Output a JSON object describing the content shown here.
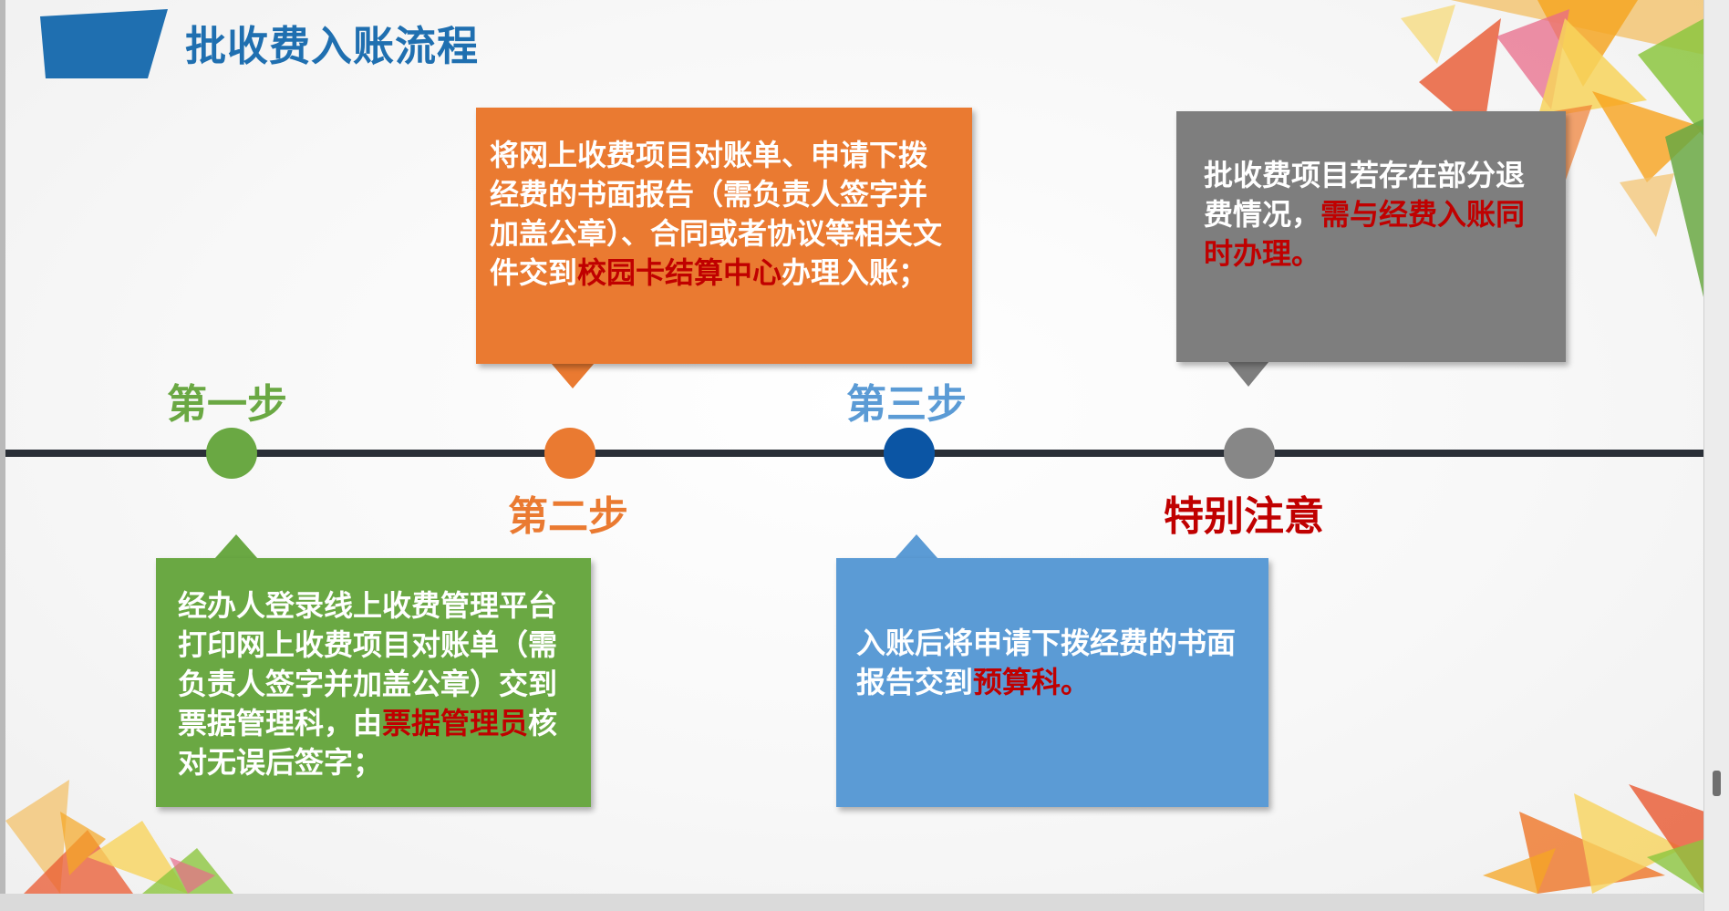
{
  "title": "批收费入账流程",
  "colors": {
    "title": "#1f6fb0",
    "green": "#6aa843",
    "orange": "#ea7a31",
    "blue": "#0b55a4",
    "light_blue": "#5b9bd5",
    "gray": "#7e7e7e",
    "highlight_red": "#c00000",
    "timeline": "#2a2f37"
  },
  "steps": {
    "step1": {
      "label": "第一步",
      "text_1": "经办人登录线上收费管理平台打印网上收费项目对账单（需负责人签字并加盖公章）交到票据管理科，由",
      "highlight": "票据管理员",
      "text_2": "核对无误后签字；"
    },
    "step2": {
      "label": "第二步",
      "text_1": "将网上收费项目对账单、申请下拨经费的书面报告（需负责人签字并加盖公章）、合同或者协议等相关文件交到",
      "highlight": "校园卡结算中心",
      "text_2": "办理入账；"
    },
    "step3": {
      "label": "第三步",
      "text_1": "入账后将申请下拨经费的书面报告交到",
      "highlight": "预算科。"
    },
    "note": {
      "label": "特别注意",
      "text_1": "批收费项目若存在部分退费情况，",
      "highlight": "需与经费入账同时办理。"
    }
  }
}
